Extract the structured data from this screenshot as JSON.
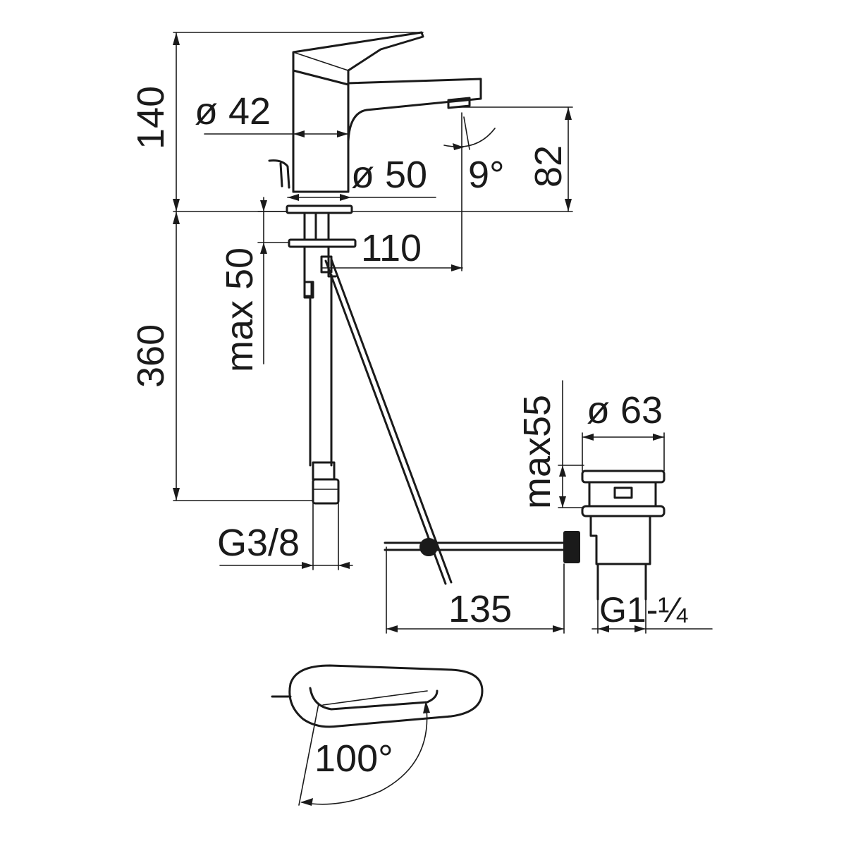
{
  "labels": {
    "height_total": "140",
    "body_diameter": "ø 42",
    "base_diameter": "ø 50",
    "spout_angle": "9°",
    "spout_height": "82",
    "spout_reach": "110",
    "max_deck": "max 50",
    "hose_length": "360",
    "hose_thread": "G3/8",
    "waste_max": "max55",
    "waste_diameter": "ø 63",
    "rod_length": "135",
    "waste_thread": "G1-¼",
    "lever_rotation": "100°"
  }
}
